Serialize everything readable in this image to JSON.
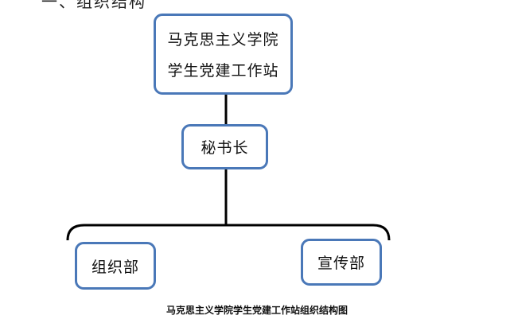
{
  "diagram": {
    "top_partial_text": "一、组织结构",
    "root": {
      "line1": "马克思主义学院",
      "line2": "学生党建工作站"
    },
    "secretary": {
      "label": "秘书长"
    },
    "departments": [
      {
        "label": "组织部"
      },
      {
        "label": "宣传部"
      }
    ],
    "caption": "马克思主义学院学生党建工作站组织结构图",
    "colors": {
      "box_border": "#4a78b8",
      "connector": "#000000"
    }
  }
}
